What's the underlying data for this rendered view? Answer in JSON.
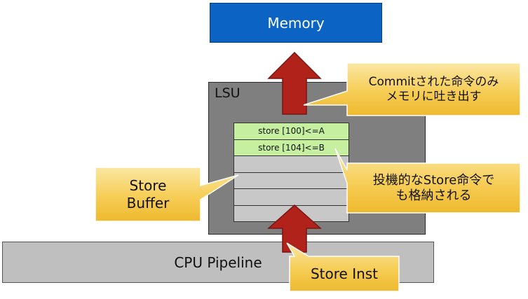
{
  "memory": {
    "label": "Memory"
  },
  "lsu": {
    "label": "LSU"
  },
  "pipeline": {
    "label": "CPU Pipeline"
  },
  "store_buffer": {
    "entries": [
      "store [100]<=A",
      "store [104]<=B",
      "",
      "",
      "",
      ""
    ]
  },
  "callouts": {
    "commit_only": "Commitされた命令のみ\nメモリに吐き出す",
    "speculative": "投機的なStore命令で\nも格納される",
    "store_buffer": "Store\nBuffer",
    "store_inst": "Store Inst"
  },
  "colors": {
    "memory_fill": "#0b64c4",
    "lsu_fill": "#7f7f7f",
    "pipeline_fill": "#bfbfbf",
    "entry_filled": "#c6f0a0",
    "entry_empty": "#c8c8c8",
    "arrow": "#b0221a",
    "callout_fill": "#f6cd55"
  },
  "icons": {
    "up_arrow_top": "up-arrow-icon",
    "up_arrow_bottom": "up-arrow-icon"
  }
}
